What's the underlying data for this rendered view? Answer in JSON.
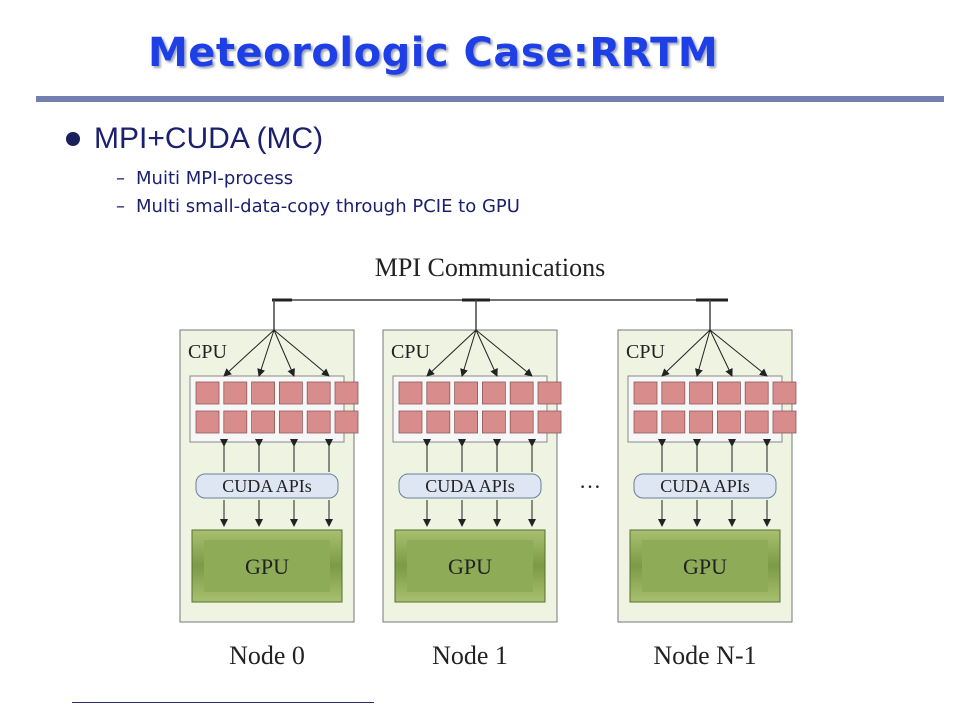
{
  "slide": {
    "title": "Meteorologic Case:RRTM",
    "bullet": "MPI+CUDA (MC)",
    "subbullets": [
      {
        "dash": "–",
        "text": "Muiti MPI-process"
      },
      {
        "dash": "–",
        "text": "Multi small-data-copy through PCIE to GPU"
      }
    ]
  },
  "diagram": {
    "mpi_label": "MPI Communications",
    "ellipsis": "…",
    "nodes": [
      {
        "cpu_label": "CPU",
        "api_label": "CUDA APIs",
        "gpu_label": "GPU",
        "node_label": "Node 0"
      },
      {
        "cpu_label": "CPU",
        "api_label": "CUDA APIs",
        "gpu_label": "GPU",
        "node_label": "Node 1"
      },
      {
        "cpu_label": "CPU",
        "api_label": "CUDA APIs",
        "gpu_label": "GPU",
        "node_label": "Node N-1"
      }
    ]
  },
  "colors": {
    "title": "#1f3fe6",
    "node_bg": "#eef3e2",
    "cpu_core": "#d98c8c",
    "api_box": "#dde6f2",
    "gpu_box": "#7fa04a"
  }
}
